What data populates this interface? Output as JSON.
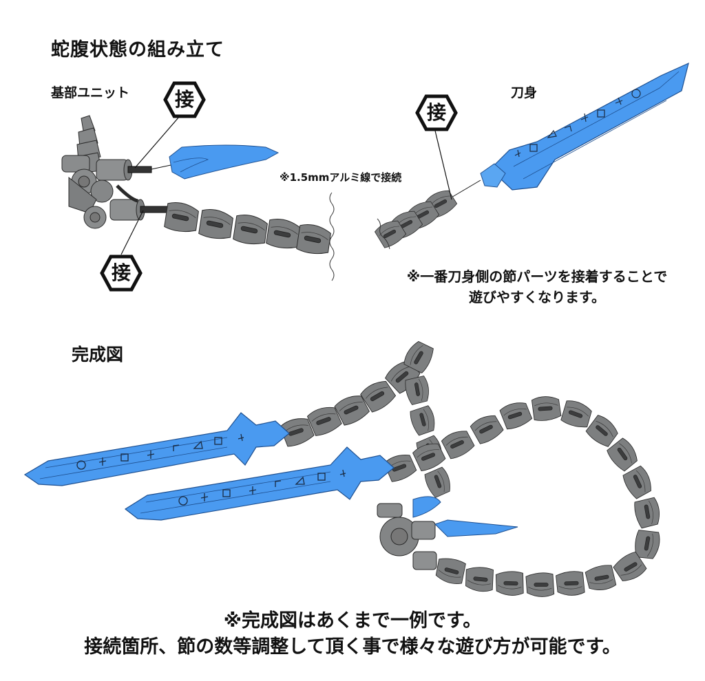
{
  "section1": {
    "title": "蛇腹状態の組み立て",
    "base_unit_label": "基部ユニット",
    "blade_label": "刀身",
    "wire_note": "※1.5mmアルミ線で接続",
    "glue_note_line1": "※一番刀身側の節パーツを接着することで",
    "glue_note_line2": "遊びやすくなります。",
    "badges": [
      {
        "icon": "glue-hex-badge",
        "text": "接"
      },
      {
        "icon": "glue-hex-badge",
        "text": "接"
      },
      {
        "icon": "glue-hex-badge",
        "text": "接"
      }
    ]
  },
  "section2": {
    "title": "完成図"
  },
  "footer": {
    "line1": "※完成図はあくまで一例です。",
    "line2": "接続箇所、節の数等調整して頂く事で様々な遊び方が可能です。"
  },
  "colors": {
    "blade_blue": "#4a9af0",
    "segment_gray": "#7d7f80",
    "outline": "#1a1a1a",
    "text": "#111111"
  }
}
